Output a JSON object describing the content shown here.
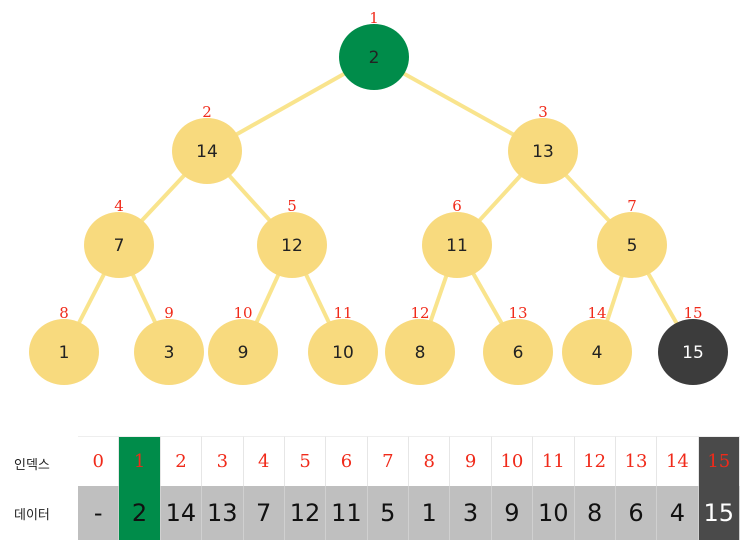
{
  "tree": {
    "nodes": [
      {
        "index": "1",
        "value": "2",
        "state": "root"
      },
      {
        "index": "2",
        "value": "14",
        "state": "normal"
      },
      {
        "index": "3",
        "value": "13",
        "state": "normal"
      },
      {
        "index": "4",
        "value": "7",
        "state": "normal"
      },
      {
        "index": "5",
        "value": "12",
        "state": "normal"
      },
      {
        "index": "6",
        "value": "11",
        "state": "normal"
      },
      {
        "index": "7",
        "value": "5",
        "state": "normal"
      },
      {
        "index": "8",
        "value": "1",
        "state": "normal"
      },
      {
        "index": "9",
        "value": "3",
        "state": "normal"
      },
      {
        "index": "10",
        "value": "9",
        "state": "normal"
      },
      {
        "index": "11",
        "value": "10",
        "state": "normal"
      },
      {
        "index": "12",
        "value": "8",
        "state": "normal"
      },
      {
        "index": "13",
        "value": "6",
        "state": "normal"
      },
      {
        "index": "14",
        "value": "4",
        "state": "normal"
      },
      {
        "index": "15",
        "value": "15",
        "state": "last"
      }
    ]
  },
  "table": {
    "index_label": "인덱스",
    "data_label": "데이터",
    "indices": [
      "0",
      "1",
      "2",
      "3",
      "4",
      "5",
      "6",
      "7",
      "8",
      "9",
      "10",
      "11",
      "12",
      "13",
      "14",
      "15"
    ],
    "values": [
      "-",
      "2",
      "14",
      "13",
      "7",
      "12",
      "11",
      "5",
      "1",
      "3",
      "9",
      "10",
      "8",
      "6",
      "4",
      "15"
    ]
  },
  "colors": {
    "node": "#f8da7e",
    "edge": "#f8e07a",
    "root": "#008c4a",
    "last": "#3c3c3c",
    "index": "#f02a1a"
  }
}
